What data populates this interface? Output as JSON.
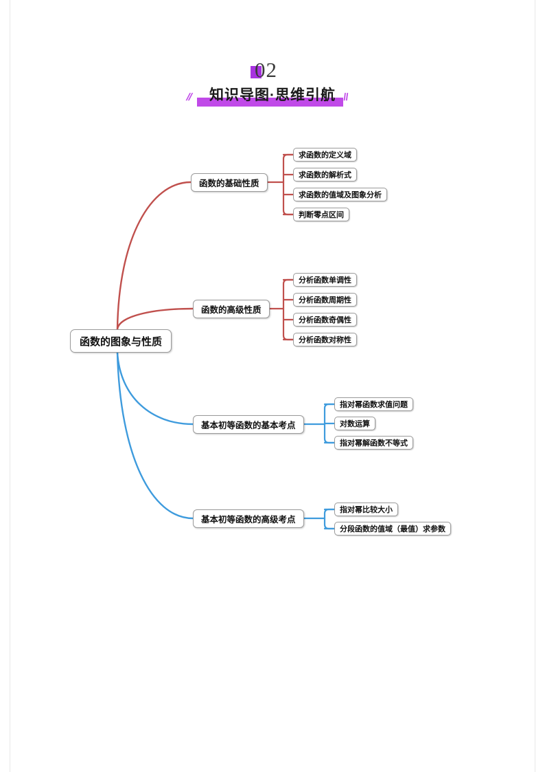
{
  "header": {
    "number": "02",
    "title": "知识导图·思维引航",
    "slash_left": "//",
    "slash_right": "\\\\",
    "accent_color": "#c04ae8",
    "square_color": "#a833e0"
  },
  "mindmap": {
    "root": {
      "label": "函数的图象与性质"
    },
    "colors": {
      "red": "#c0504d",
      "blue": "#3e9bdd"
    },
    "branches": [
      {
        "label": "函数的基础性质",
        "color": "#c0504d",
        "leaves": [
          {
            "label": "求函数的定义域"
          },
          {
            "label": "求函数的解析式"
          },
          {
            "label": "求函数的值域及图象分析"
          },
          {
            "label": "判断零点区间"
          }
        ]
      },
      {
        "label": "函数的高级性质",
        "color": "#c0504d",
        "leaves": [
          {
            "label": "分析函数单调性"
          },
          {
            "label": "分析函数周期性"
          },
          {
            "label": "分析函数奇偶性"
          },
          {
            "label": "分析函数对称性"
          }
        ]
      },
      {
        "label": "基本初等函数的基本考点",
        "color": "#3e9bdd",
        "leaves": [
          {
            "label": "指对幂函数求值问题"
          },
          {
            "label": "对数运算"
          },
          {
            "label": "指对幂解函数不等式"
          }
        ]
      },
      {
        "label": "基本初等函数的高级考点",
        "color": "#3e9bdd",
        "leaves": [
          {
            "label": "指对幂比较大小"
          },
          {
            "label": "分段函数的值域（最值）求参数"
          }
        ]
      }
    ]
  }
}
